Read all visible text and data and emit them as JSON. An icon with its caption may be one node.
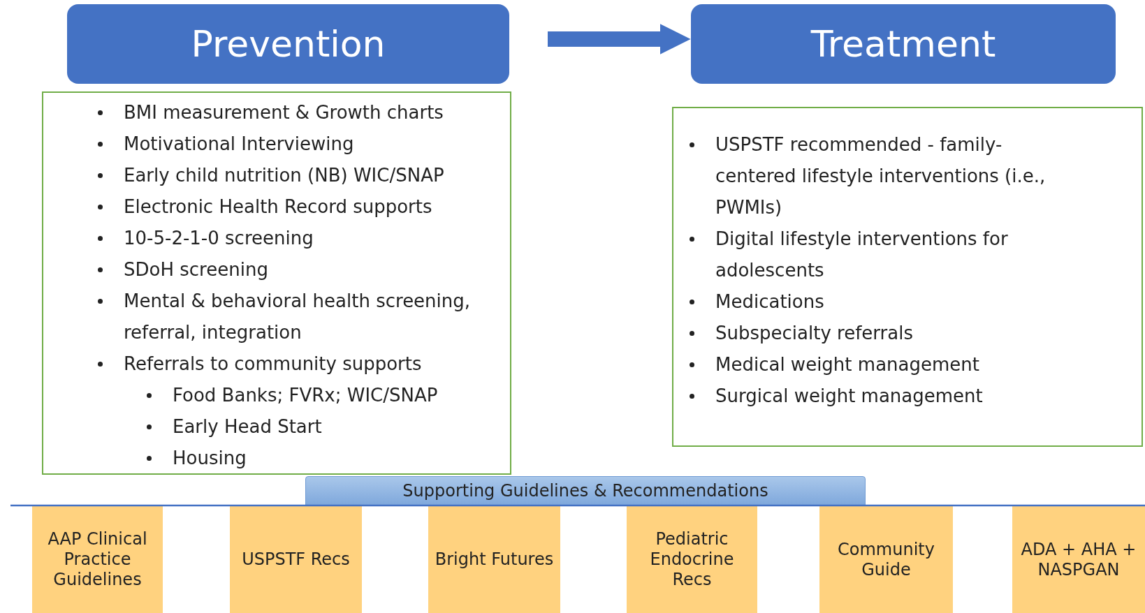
{
  "diagram": {
    "nodes": [
      {
        "text": [
          "Prevention"
        ]
      },
      {
        "text": [
          "Treatment"
        ]
      },
      {
        "text": [
          "BMI measurement & Growth charts",
          "Motivational Interviewing",
          "Early child nutrition (NB) WIC/SNAP",
          "Electronic Health Record supports",
          "10-5-2-1-0 screening",
          "SDoH screening",
          "Mental & behavioral health screening, referral, integration",
          "Referrals to community supports",
          "Food Banks; FVRx; WIC/SNAP",
          "Early Head Start",
          "Housing"
        ]
      },
      {
        "text": [
          "USPSTF recommended - family-centered lifestyle interventions (i.e., PWMIs)",
          "Digital lifestyle interventions for adolescents",
          "Medications",
          "Subspecialty referrals",
          "Medical weight management",
          "Surgical weight management"
        ]
      },
      {
        "text": [
          "Supporting Guidelines & Recommendations"
        ]
      },
      {
        "text": [
          "AAP Clinical Practice Guidelines"
        ]
      },
      {
        "text": [
          "USPSTF Recs"
        ]
      },
      {
        "text": [
          "Bright Futures"
        ]
      },
      {
        "text": [
          "Pediatric Endocrine Recs"
        ]
      },
      {
        "text": [
          "Community Guide"
        ]
      },
      {
        "text": [
          "ADA + AHA + NASPGAN"
        ]
      }
    ],
    "edges": [
      {
        "from": 0,
        "to": 1,
        "arrow": "to"
      }
    ]
  }
}
